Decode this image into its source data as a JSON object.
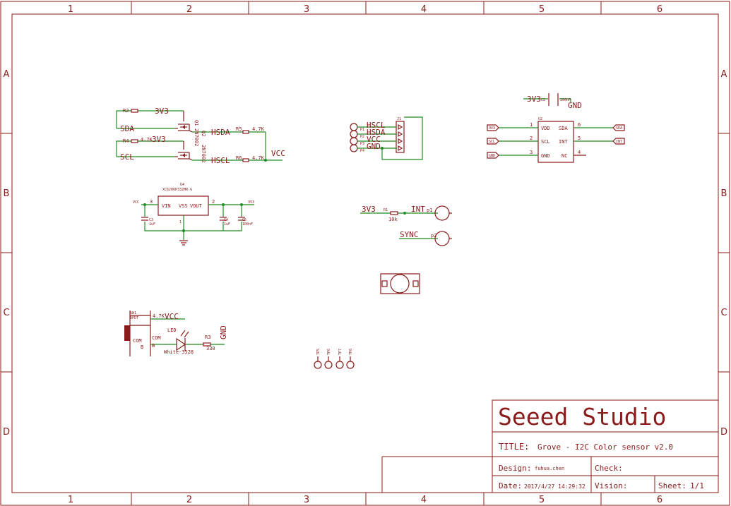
{
  "frame": {
    "columns": [
      "1",
      "2",
      "3",
      "4",
      "5",
      "6"
    ],
    "rows": [
      "A",
      "B",
      "C",
      "D"
    ]
  },
  "title_block": {
    "company": "Seeed Studio",
    "title_label": "TITLE:",
    "title_value": "Grove - I2C Color sensor v2.0",
    "design_label": "Design:",
    "design_value": "fuhua.chen",
    "check_label": "Check:",
    "date_label": "Date:",
    "date_value": "2017/4/27 14:29:32",
    "vision_label": "Vision:",
    "sheet_label": "Sheet:",
    "sheet_value": "1/1"
  },
  "level_shifter": {
    "r2": "R2",
    "r4": "R4",
    "r4_val": "4.7K",
    "r5": "R5",
    "r5_val": "4.7K",
    "r6": "R6",
    "r6_val": "4.7K",
    "q1": "Q1",
    "q1_part": "2N7002",
    "q2": "Q2",
    "q2_part": "2N7002",
    "v3a": "3V3",
    "v3b": "3V3",
    "sda": "SDA",
    "scl": "SCL",
    "hsda": "HSDA",
    "hscl": "HSCL",
    "vcc": "VCC"
  },
  "regulator": {
    "u4": "U4",
    "u4_part": "XC6206P332MR-G",
    "vin": "VIN",
    "vss": "VSS",
    "vout": "VOUT",
    "pin1": "1",
    "pin2": "2",
    "pin3": "3",
    "vcc": "VCC",
    "v3": "3V3",
    "c3": "C3",
    "c3_val": "1uF",
    "c4": "C4",
    "c4_val": "1uF",
    "c5": "C5",
    "c5_val": "100nF"
  },
  "grove_connector": {
    "j1": "J1",
    "signals": [
      "HSCL",
      "HSDA",
      "VCC",
      "GND"
    ],
    "pins": [
      "P1",
      "P2",
      "P3",
      "P4"
    ]
  },
  "int_sync": {
    "v3": "3V3",
    "r1": "R1",
    "r1_val": "10k",
    "int": "INT",
    "sync": "SYNC",
    "p1": "p1",
    "p2": "p2"
  },
  "sensor": {
    "c2": "C2",
    "c2_val": "100nF",
    "v3": "3V3",
    "gnd": "GND",
    "u2": "U2",
    "pins_left": [
      {
        "num": "1",
        "name": "VDD",
        "port": "3V3"
      },
      {
        "num": "2",
        "name": "SCL",
        "port": "SCL"
      },
      {
        "num": "3",
        "name": "GND",
        "port": "GND"
      }
    ],
    "pins_right": [
      {
        "num": "6",
        "name": "SDA",
        "port": "SDA"
      },
      {
        "num": "5",
        "name": "INT",
        "port": "INT"
      },
      {
        "num": "4",
        "name": "NC",
        "port": ""
      }
    ]
  },
  "led_section": {
    "sw1": "SW1",
    "sw_part": "DPDT",
    "sw_val": "4.7K",
    "vcc": "VCC",
    "com1": "COM",
    "b1": "B",
    "com2": "COM",
    "b2": "B",
    "led": "LED",
    "led_part": "White-3528",
    "r3": "R3",
    "r3_val": "330",
    "gnd": "GND"
  },
  "test_points": [
    "TP5",
    "TP6",
    "TP7",
    "TP8"
  ],
  "colors": {
    "frame": "#8b1a1a",
    "wire": "#228b22",
    "part": "#8b1a1a",
    "junction": "#228b22"
  }
}
